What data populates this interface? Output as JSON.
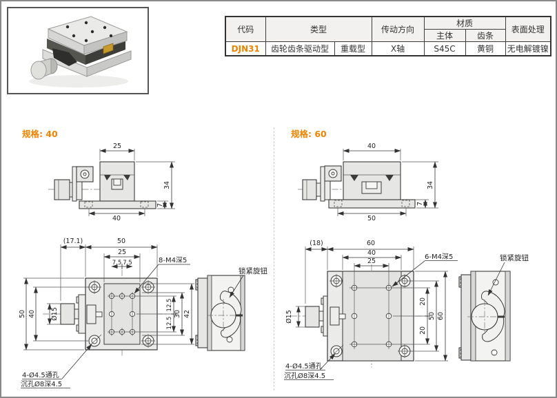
{
  "accent_color": "#f08300",
  "header": {
    "table": {
      "col_code": "代码",
      "col_type": "类型",
      "col_direction": "传动方向",
      "col_material": "材质",
      "col_material_main": "主体",
      "col_material_rack": "齿条",
      "col_surface": "表面处理",
      "row": {
        "code": "DJN31",
        "type_a": "齿轮齿条驱动型",
        "type_b": "重载型",
        "direction": "X轴",
        "material_main": "S45C",
        "material_rack": "黄铜",
        "surface": "无电解镀镍"
      }
    }
  },
  "spec40": {
    "title": "规格: 40",
    "front": {
      "top_width": "25",
      "height": "34",
      "base_height": "7",
      "base_width": "40"
    },
    "plan": {
      "offset": "(17.1)",
      "width": "50",
      "hole_span": "25",
      "pitch_a": "7.5",
      "pitch_b": "7.5",
      "thread_note": "8-M4深5",
      "knob_dia": "Ø15",
      "left_outer": "50",
      "left_inner": "40",
      "right_a": "12.5",
      "right_b": "12.5",
      "right_mid": "30",
      "right_outer": "42",
      "hole_note_1": "4-Ø4.5通孔",
      "hole_note_2": "沉孔Ø8深4.5"
    },
    "side": {
      "knob_label": "锁紧旋钮"
    }
  },
  "spec60": {
    "title": "规格: 60",
    "front": {
      "top_width": "40",
      "height": "34",
      "base_height": "7",
      "base_width": "50"
    },
    "plan": {
      "offset": "(18)",
      "width": "60",
      "hole_span_outer": "40",
      "hole_span_inner": "25",
      "thread_note": "6-M4深5",
      "knob_dia": "Ø15",
      "right_a": "20",
      "right_b": "20",
      "right_mid": "50",
      "right_outer": "60",
      "hole_note_1": "4-Ø4.5通孔",
      "hole_note_2": "沉孔Ø8深4.5"
    },
    "side": {
      "knob_label": "锁紧旋钮"
    }
  }
}
